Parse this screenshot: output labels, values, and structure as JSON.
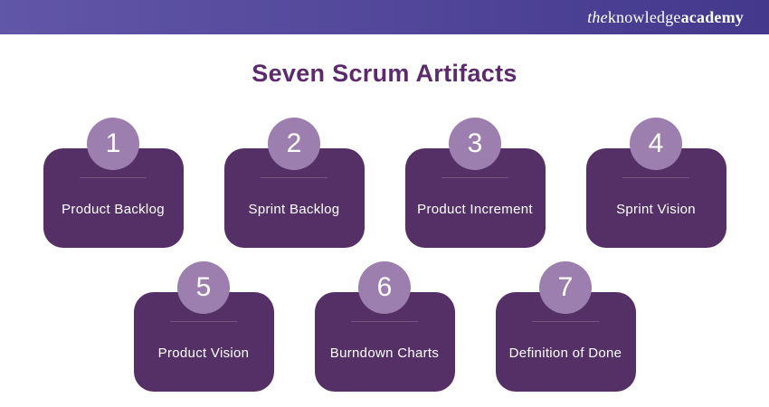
{
  "header": {
    "logo": {
      "the": "the",
      "knowledge": "knowledge",
      "academy": "academy"
    }
  },
  "title": "Seven Scrum Artifacts",
  "artifacts": [
    {
      "number": "1",
      "label": "Product Backlog"
    },
    {
      "number": "2",
      "label": "Sprint Backlog"
    },
    {
      "number": "3",
      "label": "Product Increment"
    },
    {
      "number": "4",
      "label": "Sprint Vision"
    },
    {
      "number": "5",
      "label": "Product Vision"
    },
    {
      "number": "6",
      "label": "Burndown Charts"
    },
    {
      "number": "7",
      "label": "Definition of Done"
    }
  ],
  "colors": {
    "card": "#553067",
    "circle": "#9c7fae",
    "title": "#5b2b6d",
    "header_gradient_left": "#6156a8",
    "header_gradient_right": "#43388c",
    "text_on_card": "#ffffff"
  }
}
